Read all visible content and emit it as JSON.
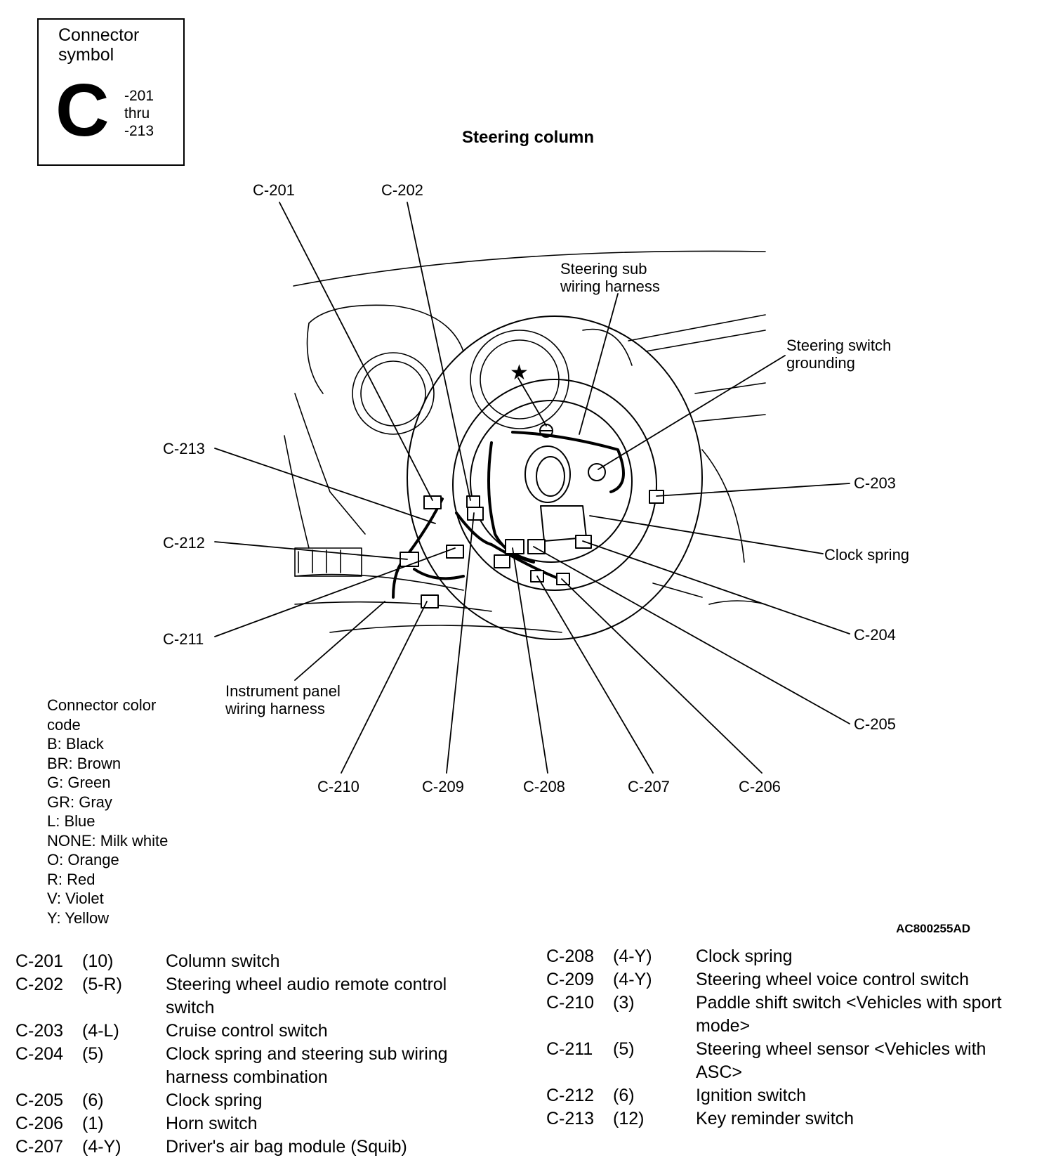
{
  "connector_symbol": {
    "heading": "Connector\nsymbol",
    "letter": "C",
    "range": [
      "-201",
      "thru",
      "-213"
    ]
  },
  "title": "Steering column",
  "callouts": {
    "c201": "C-201",
    "c202": "C-202",
    "c203": "C-203",
    "c204": "C-204",
    "c205": "C-205",
    "c206": "C-206",
    "c207": "C-207",
    "c208": "C-208",
    "c209": "C-209",
    "c210": "C-210",
    "c211": "C-211",
    "c212": "C-212",
    "c213": "C-213"
  },
  "notes": {
    "steering_sub_harness": [
      "Steering sub",
      "wiring harness"
    ],
    "steering_switch_grounding": [
      "Steering switch",
      "grounding"
    ],
    "clock_spring": "Clock spring",
    "instrument_panel_harness": [
      "Instrument panel",
      "wiring harness"
    ],
    "star_mark": "★"
  },
  "color_code": {
    "heading": [
      "Connector color",
      "code"
    ],
    "items": [
      "B: Black",
      "BR: Brown",
      "G: Green",
      "GR: Gray",
      "L: Blue",
      "NONE: Milk white",
      "O: Orange",
      "R: Red",
      "V: Violet",
      "Y: Yellow"
    ]
  },
  "figure_id": "AC800255AD",
  "connectors_left": [
    {
      "id": "C-201",
      "pins": "(10)",
      "desc": "Column switch"
    },
    {
      "id": "C-202",
      "pins": "(5-R)",
      "desc": "Steering wheel audio remote control switch"
    },
    {
      "id": "C-203",
      "pins": "(4-L)",
      "desc": "Cruise control switch"
    },
    {
      "id": "C-204",
      "pins": "(5)",
      "desc": "Clock spring and steering sub wiring harness combination"
    },
    {
      "id": "C-205",
      "pins": "(6)",
      "desc": "Clock spring"
    },
    {
      "id": "C-206",
      "pins": "(1)",
      "desc": "Horn switch"
    },
    {
      "id": "C-207",
      "pins": "(4-Y)",
      "desc": "Driver's air bag module (Squib)"
    }
  ],
  "connectors_right": [
    {
      "id": "C-208",
      "pins": "(4-Y)",
      "desc": "Clock spring"
    },
    {
      "id": "C-209",
      "pins": "(4-Y)",
      "desc": "Steering wheel voice control switch"
    },
    {
      "id": "C-210",
      "pins": "(3)",
      "desc": "Paddle shift switch <Vehicles with sport mode>"
    },
    {
      "id": "C-211",
      "pins": "(5)",
      "desc": "Steering wheel sensor <Vehicles with ASC>"
    },
    {
      "id": "C-212",
      "pins": "(6)",
      "desc": "Ignition switch"
    },
    {
      "id": "C-213",
      "pins": "(12)",
      "desc": "Key reminder switch"
    }
  ]
}
